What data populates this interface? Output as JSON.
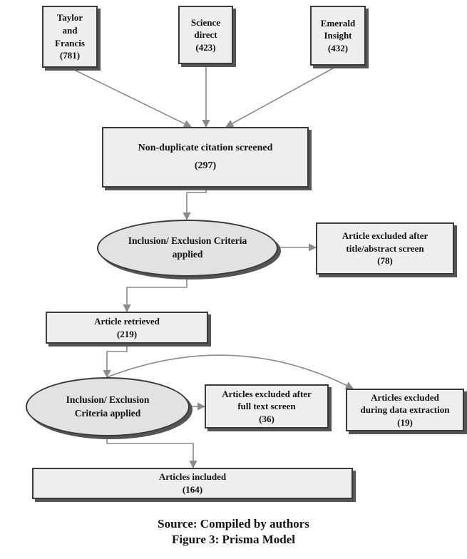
{
  "sources": [
    {
      "lines": [
        "Taylor",
        "and",
        "Francis"
      ],
      "count": "(781)"
    },
    {
      "lines": [
        "Science",
        "direct"
      ],
      "count": "(423)"
    },
    {
      "lines": [
        "Emerald",
        "Insight"
      ],
      "count": "(432)"
    }
  ],
  "screened": {
    "label": "Non-duplicate citation screened",
    "count": "(297)"
  },
  "criteria_1": {
    "line1": "Inclusion/ Exclusion Criteria",
    "line2": "applied"
  },
  "excluded_title": {
    "line1": "Article excluded after",
    "line2": "title/abstract screen",
    "count": "(78)"
  },
  "retrieved": {
    "label": "Article retrieved",
    "count": "(219)"
  },
  "criteria_2": {
    "line1": "Inclusion/ Exclusion",
    "line2": "Criteria applied"
  },
  "excluded_fulltext": {
    "line1": "Articles excluded after",
    "line2": "full text screen",
    "count": "(36)"
  },
  "excluded_extraction": {
    "line1": "Articles excluded",
    "line2": "during data extraction",
    "count": "(19)"
  },
  "included": {
    "label": "Articles included",
    "count": "(164)"
  },
  "caption": {
    "source": "Source: Compiled by authors",
    "figure": "Figure 3: Prisma Model"
  }
}
